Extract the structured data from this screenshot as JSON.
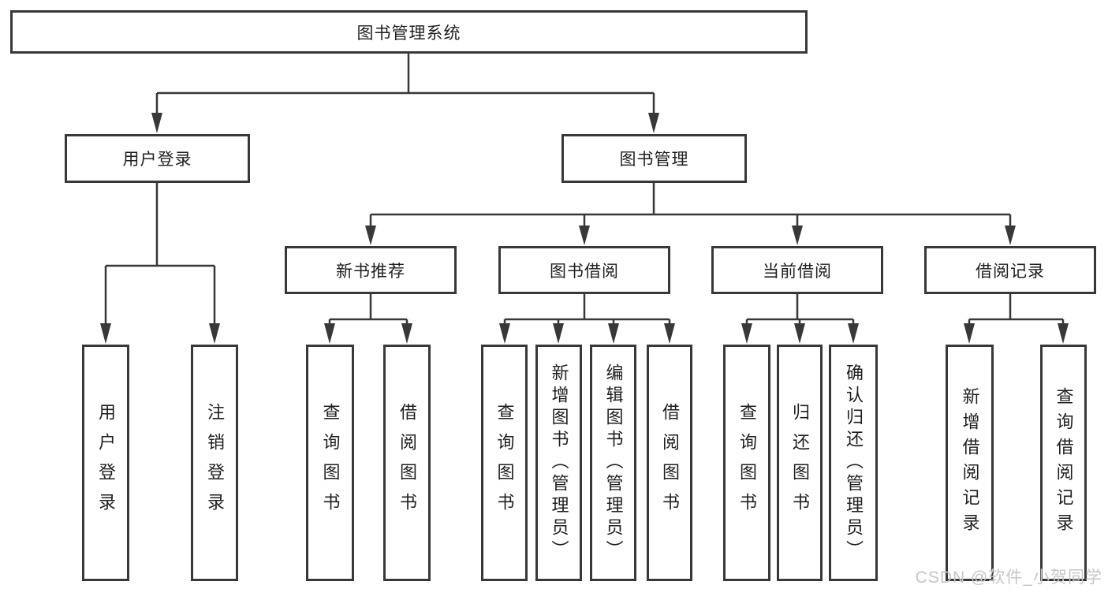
{
  "diagram_type": "hierarchy-tree",
  "colors": {
    "line": "#383838",
    "box_border": "#383838",
    "box_fill": "#ffffff",
    "text": "#1f1f1f",
    "background": "#ffffff",
    "watermark": "#c6c6c6"
  },
  "tree": {
    "label": "图书管理系统",
    "children": [
      {
        "label": "用户登录",
        "children": [
          {
            "label": "用户登录"
          },
          {
            "label": "注销登录"
          }
        ]
      },
      {
        "label": "图书管理",
        "children": [
          {
            "label": "新书推荐",
            "children": [
              {
                "label": "查询图书"
              },
              {
                "label": "借阅图书"
              }
            ]
          },
          {
            "label": "图书借阅",
            "children": [
              {
                "label": "查询图书"
              },
              {
                "label": "新增图书（管理员）"
              },
              {
                "label": "编辑图书（管理员）"
              },
              {
                "label": "借阅图书"
              }
            ]
          },
          {
            "label": "当前借阅",
            "children": [
              {
                "label": "查询图书"
              },
              {
                "label": "归还图书"
              },
              {
                "label": "确认归还（管理员）"
              }
            ]
          },
          {
            "label": "借阅记录",
            "children": [
              {
                "label": "新增借阅记录"
              },
              {
                "label": "查询借阅记录"
              }
            ]
          }
        ]
      }
    ]
  },
  "watermark": "CSDN @软件_小贺同学"
}
